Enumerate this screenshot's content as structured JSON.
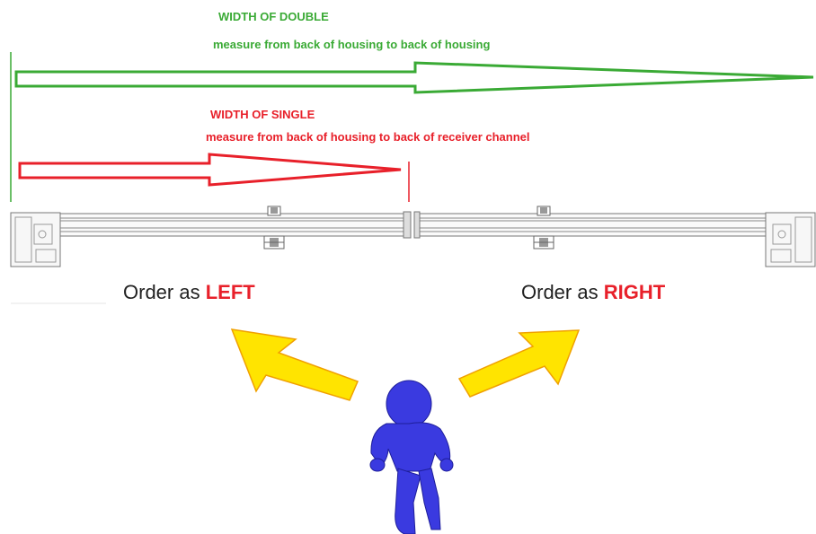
{
  "double": {
    "title": "WIDTH OF DOUBLE",
    "subtitle": "measure from back of housing to back of housing",
    "color": "#3aaa35"
  },
  "single": {
    "title": "WIDTH OF SINGLE",
    "subtitle": "measure from back of housing to back of receiver channel",
    "color": "#e8202a"
  },
  "order_left": {
    "prefix": "Order as",
    "side": "LEFT"
  },
  "order_right": {
    "prefix": "Order as",
    "side": "RIGHT"
  },
  "colors": {
    "accent": "#e8202a",
    "arrow_yellow": "#ffe400",
    "arrow_edge": "#f0a000",
    "figure": "#3a3ae0"
  }
}
